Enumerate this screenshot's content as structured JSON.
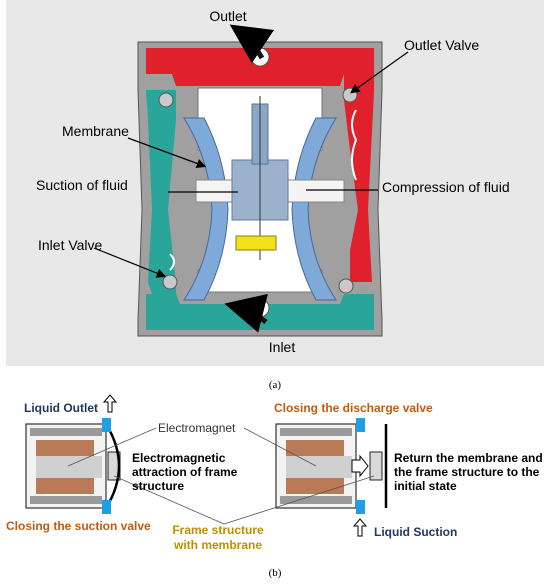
{
  "figure_a": {
    "caption": "(a)",
    "labels": {
      "outlet": "Outlet",
      "outlet_valve": "Outlet Valve",
      "membrane": "Membrane",
      "suction_of_fluid": "Suction of fluid",
      "compression_of_fluid": "Compression of fluid",
      "inlet_valve": "Inlet Valve",
      "inlet": "Inlet"
    },
    "colors": {
      "background": "#e8e8e8",
      "housing": "#a0a0a0",
      "outlet_chamber": "#e0202a",
      "inlet_chamber": "#2aa59a",
      "membrane_blue": "#7fa9d8",
      "magnet_yellow": "#f2e11a"
    }
  },
  "figure_b": {
    "caption": "(b)",
    "labels": {
      "liquid_outlet": "Liquid Outlet",
      "closing_discharge_valve": "Closing the discharge valve",
      "electromagnet": "Electromagnet",
      "attraction_line1": "Electromagnetic",
      "attraction_line2": "attraction of frame",
      "attraction_line3": "structure",
      "return_line1": "Return the membrane and",
      "return_line2": "the frame structure to the",
      "return_line3": "initial state",
      "closing_suction_valve": "Closing the suction valve",
      "frame_line1": "Frame structure",
      "frame_line2": "with membrane",
      "liquid_suction": "Liquid Suction"
    },
    "colors": {
      "navy_text": "#1f3864",
      "orange_text": "#c55a11",
      "gold_text": "#bf8f00",
      "coil_brown": "#b97a57",
      "core_gray": "#d0d0d0",
      "valve_blue": "#1ea0e6"
    }
  }
}
